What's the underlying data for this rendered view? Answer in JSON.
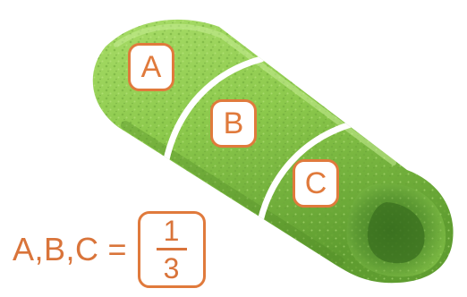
{
  "labels": {
    "a": "A",
    "b": "B",
    "c": "C"
  },
  "equation": {
    "lhs": "A,B,C",
    "sign": "=",
    "numerator": "1",
    "denominator": "3"
  },
  "colors": {
    "accent": "#e07a3c",
    "sponge": "#8ecb4c",
    "divider": "#ffffff"
  }
}
